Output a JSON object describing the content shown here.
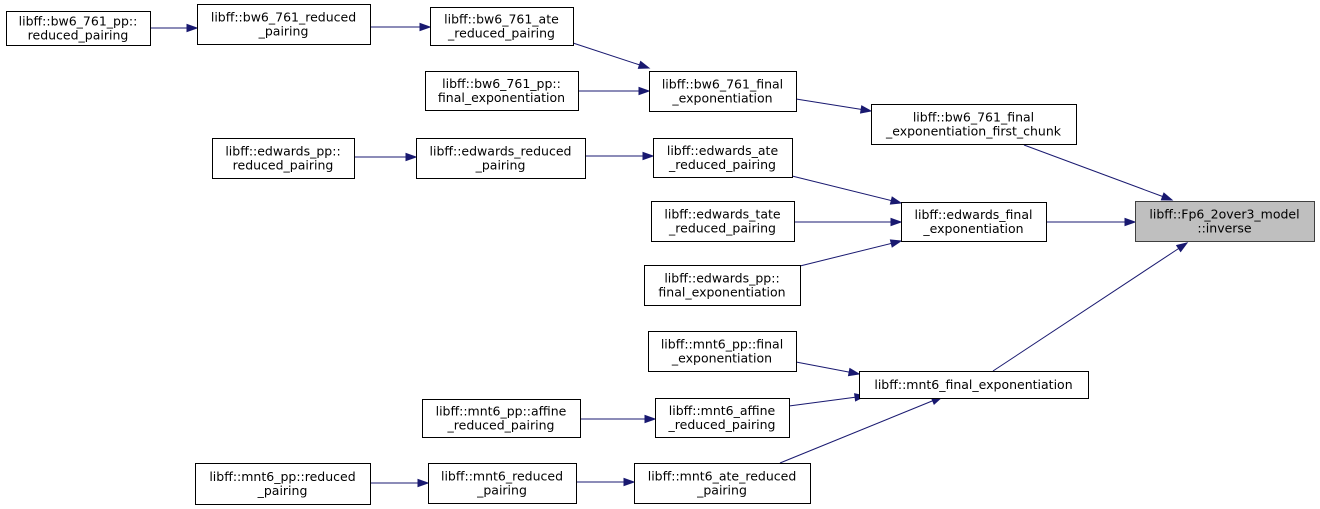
{
  "graph": {
    "nodes": [
      {
        "id": "bw6_pp_reduced",
        "lines": [
          "libff::bw6_761_pp::",
          "reduced_pairing"
        ]
      },
      {
        "id": "bw6_reduced",
        "lines": [
          "libff::bw6_761_reduced",
          "_pairing"
        ]
      },
      {
        "id": "bw6_ate_reduced",
        "lines": [
          "libff::bw6_761_ate",
          "_reduced_pairing"
        ]
      },
      {
        "id": "bw6_pp_final",
        "lines": [
          "libff::bw6_761_pp::",
          "final_exponentiation"
        ]
      },
      {
        "id": "bw6_final",
        "lines": [
          "libff::bw6_761_final",
          "_exponentiation"
        ]
      },
      {
        "id": "bw6_final_first",
        "lines": [
          "libff::bw6_761_final",
          "_exponentiation_first_chunk"
        ]
      },
      {
        "id": "edw_pp_reduced",
        "lines": [
          "libff::edwards_pp::",
          "reduced_pairing"
        ]
      },
      {
        "id": "edw_reduced",
        "lines": [
          "libff::edwards_reduced",
          "_pairing"
        ]
      },
      {
        "id": "edw_ate_reduced",
        "lines": [
          "libff::edwards_ate",
          "_reduced_pairing"
        ]
      },
      {
        "id": "edw_tate_reduced",
        "lines": [
          "libff::edwards_tate",
          "_reduced_pairing"
        ]
      },
      {
        "id": "edw_pp_final",
        "lines": [
          "libff::edwards_pp::",
          "final_exponentiation"
        ]
      },
      {
        "id": "edw_final",
        "lines": [
          "libff::edwards_final",
          "_exponentiation"
        ]
      },
      {
        "id": "fp6_inverse",
        "lines": [
          "libff::Fp6_2over3_model",
          "::inverse"
        ],
        "highlight": true
      },
      {
        "id": "mnt6_pp_final",
        "lines": [
          "libff::mnt6_pp::final",
          "_exponentiation"
        ]
      },
      {
        "id": "mnt6_final",
        "lines": [
          "libff::mnt6_final_exponentiation"
        ]
      },
      {
        "id": "mnt6_pp_affine",
        "lines": [
          "libff::mnt6_pp::affine",
          "_reduced_pairing"
        ]
      },
      {
        "id": "mnt6_affine",
        "lines": [
          "libff::mnt6_affine",
          "_reduced_pairing"
        ]
      },
      {
        "id": "mnt6_pp_reduced",
        "lines": [
          "libff::mnt6_pp::reduced",
          "_pairing"
        ]
      },
      {
        "id": "mnt6_reduced",
        "lines": [
          "libff::mnt6_reduced",
          "_pairing"
        ]
      },
      {
        "id": "mnt6_ate_reduced",
        "lines": [
          "libff::mnt6_ate_reduced",
          "_pairing"
        ]
      }
    ],
    "edges": [
      {
        "from": "bw6_pp_reduced",
        "to": "bw6_reduced"
      },
      {
        "from": "bw6_reduced",
        "to": "bw6_ate_reduced"
      },
      {
        "from": "bw6_ate_reduced",
        "to": "bw6_final"
      },
      {
        "from": "bw6_pp_final",
        "to": "bw6_final"
      },
      {
        "from": "bw6_final",
        "to": "bw6_final_first"
      },
      {
        "from": "bw6_final_first",
        "to": "fp6_inverse"
      },
      {
        "from": "edw_pp_reduced",
        "to": "edw_reduced"
      },
      {
        "from": "edw_reduced",
        "to": "edw_ate_reduced"
      },
      {
        "from": "edw_ate_reduced",
        "to": "edw_final"
      },
      {
        "from": "edw_tate_reduced",
        "to": "edw_final"
      },
      {
        "from": "edw_pp_final",
        "to": "edw_final"
      },
      {
        "from": "edw_final",
        "to": "fp6_inverse"
      },
      {
        "from": "mnt6_final",
        "to": "fp6_inverse"
      },
      {
        "from": "mnt6_pp_final",
        "to": "mnt6_final"
      },
      {
        "from": "mnt6_affine",
        "to": "mnt6_final"
      },
      {
        "from": "mnt6_ate_reduced",
        "to": "mnt6_final"
      },
      {
        "from": "mnt6_pp_affine",
        "to": "mnt6_affine"
      },
      {
        "from": "mnt6_pp_reduced",
        "to": "mnt6_reduced"
      },
      {
        "from": "mnt6_reduced",
        "to": "mnt6_ate_reduced"
      }
    ]
  }
}
